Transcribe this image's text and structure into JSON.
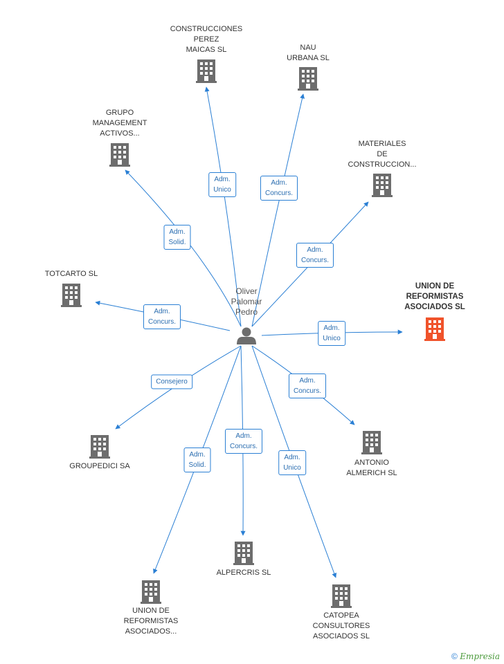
{
  "center": {
    "label": "Oliver\nPalomar\nPedro",
    "icon": "person-icon"
  },
  "colors": {
    "edge": "#2a7fd4",
    "building": "#6d6d6d",
    "highlight": "#f0532b"
  },
  "nodes": [
    {
      "id": "construcciones",
      "label": "CONSTRUCCIONES\nPEREZ\nMAICAS SL",
      "icon": "building-icon"
    },
    {
      "id": "nau",
      "label": "NAU\nURBANA SL",
      "icon": "building-icon"
    },
    {
      "id": "grupo",
      "label": "GRUPO\nMANAGEMENT\nACTIVOS...",
      "icon": "building-icon"
    },
    {
      "id": "materiales",
      "label": "MATERIALES\nDE\nCONSTRUCCION...",
      "icon": "building-icon"
    },
    {
      "id": "totcarto",
      "label": "TOTCARTO SL",
      "icon": "building-icon"
    },
    {
      "id": "union1",
      "label": "UNION DE\nREFORMISTAS\nASOCIADOS SL",
      "icon": "building-icon",
      "highlight": true
    },
    {
      "id": "groupedici",
      "label": "GROUPEDICI SA",
      "icon": "building-icon"
    },
    {
      "id": "antonio",
      "label": "ANTONIO\nALMERICH SL",
      "icon": "building-icon"
    },
    {
      "id": "alpercris",
      "label": "ALPERCRIS SL",
      "icon": "building-icon"
    },
    {
      "id": "union2",
      "label": "UNION DE\nREFORMISTAS\nASOCIADOS...",
      "icon": "building-icon"
    },
    {
      "id": "catopea",
      "label": "CATOPEA\nCONSULTORES\nASOCIADOS SL",
      "icon": "building-icon"
    }
  ],
  "edges": [
    {
      "target": "construcciones",
      "label": "Adm.\nUnico"
    },
    {
      "target": "nau",
      "label": "Adm.\nConcurs."
    },
    {
      "target": "grupo",
      "label": "Adm.\nSolid."
    },
    {
      "target": "materiales",
      "label": "Adm.\nConcurs."
    },
    {
      "target": "totcarto",
      "label": "Adm.\nConcurs."
    },
    {
      "target": "union1",
      "label": "Adm.\nUnico"
    },
    {
      "target": "groupedici",
      "label": "Consejero"
    },
    {
      "target": "antonio",
      "label": "Adm.\nConcurs."
    },
    {
      "target": "alpercris",
      "label": "Adm.\nConcurs."
    },
    {
      "target": "union2",
      "label": "Adm.\nSolid."
    },
    {
      "target": "catopea",
      "label": "Adm.\nUnico"
    }
  ],
  "footer": {
    "copyright": "©",
    "brand": "Empresia"
  }
}
